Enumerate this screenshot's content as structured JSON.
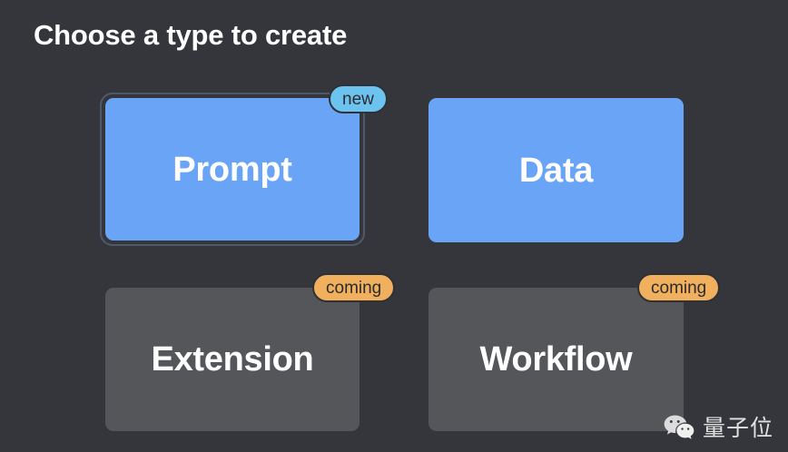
{
  "page": {
    "title": "Choose a type to create",
    "background_color": "#34363B"
  },
  "cards": [
    {
      "id": "prompt",
      "label": "Prompt",
      "state": "available",
      "selected": true,
      "color": "#6AA4F7",
      "badge": {
        "label": "new",
        "color": "#6CC3F0"
      }
    },
    {
      "id": "data",
      "label": "Data",
      "state": "available",
      "selected": false,
      "color": "#6AA4F7",
      "badge": null
    },
    {
      "id": "extension",
      "label": "Extension",
      "state": "disabled",
      "selected": false,
      "color": "#55565A",
      "badge": {
        "label": "coming",
        "color": "#F0B05D"
      }
    },
    {
      "id": "workflow",
      "label": "Workflow",
      "state": "disabled",
      "selected": false,
      "color": "#55565A",
      "badge": {
        "label": "coming",
        "color": "#F0B05D"
      }
    }
  ],
  "watermark": {
    "icon": "wechat-icon",
    "text": "量子位"
  }
}
